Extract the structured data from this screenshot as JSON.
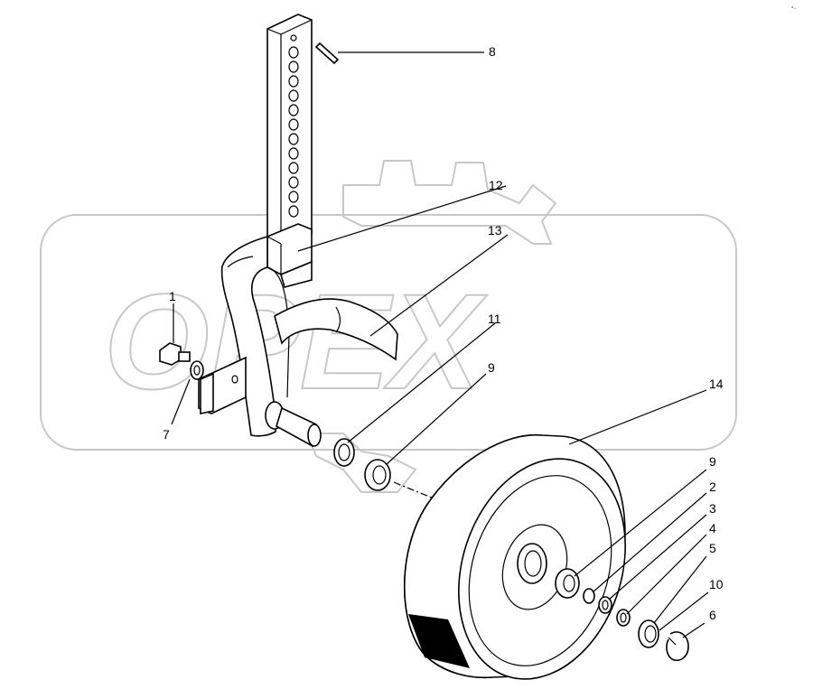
{
  "watermark": {
    "brand": "OPEX"
  },
  "corner_mark": "°··",
  "callouts": [
    {
      "id": "8",
      "label": "8"
    },
    {
      "id": "12",
      "label": "12"
    },
    {
      "id": "13",
      "label": "13"
    },
    {
      "id": "1",
      "label": "1"
    },
    {
      "id": "11",
      "label": "11"
    },
    {
      "id": "9a",
      "label": "9"
    },
    {
      "id": "7",
      "label": "7"
    },
    {
      "id": "14",
      "label": "14"
    },
    {
      "id": "9b",
      "label": "9"
    },
    {
      "id": "2",
      "label": "2"
    },
    {
      "id": "3",
      "label": "3"
    },
    {
      "id": "4",
      "label": "4"
    },
    {
      "id": "5",
      "label": "5"
    },
    {
      "id": "10",
      "label": "10"
    },
    {
      "id": "6",
      "label": "6"
    }
  ]
}
